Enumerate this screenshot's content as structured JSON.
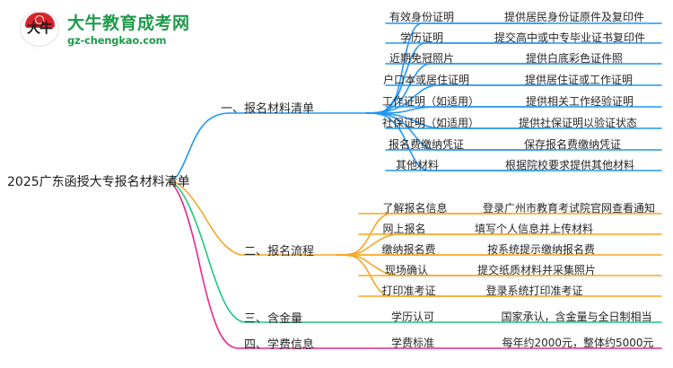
{
  "brand": {
    "logo_badge_text": "大牛",
    "title": "大牛教育成考网",
    "domain": "gz-chengkao.com",
    "brand_color": "#1f9b4a",
    "badge_color": "#d8232a"
  },
  "mindmap": {
    "root": "2025广东函授大专报名材料清单",
    "branches": [
      {
        "index": "1",
        "label": "一、报名材料清单",
        "color": "#2196f3",
        "items": [
          {
            "topic": "有效身份证明",
            "detail": "提供居民身份证原件及复印件"
          },
          {
            "topic": "学历证明",
            "detail": "提交高中或中专毕业证书复印件"
          },
          {
            "topic": "近期免冠照片",
            "detail": "提供白底彩色证件照"
          },
          {
            "topic": "户口本或居住证明",
            "detail": "提供居住证或工作证明"
          },
          {
            "topic": "工作证明（如适用）",
            "detail": "提供相关工作经验证明"
          },
          {
            "topic": "社保证明（如适用）",
            "detail": "提供社保证明以验证状态"
          },
          {
            "topic": "报名费缴纳凭证",
            "detail": "保存报名费缴纳凭证"
          },
          {
            "topic": "其他材料",
            "detail": "根据院校要求提供其他材料"
          }
        ]
      },
      {
        "index": "2",
        "label": "二、报名流程",
        "color": "#f5a623",
        "items": [
          {
            "topic": "了解报名信息",
            "detail": "登录广州市教育考试院官网查看通知"
          },
          {
            "topic": "网上报名",
            "detail": "填写个人信息并上传材料"
          },
          {
            "topic": "缴纳报名费",
            "detail": "按系统提示缴纳报名费"
          },
          {
            "topic": "现场确认",
            "detail": "提交纸质材料并采集照片"
          },
          {
            "topic": "打印准考证",
            "detail": "登录系统打印准考证"
          }
        ]
      },
      {
        "index": "3",
        "label": "三、含金量",
        "color": "#1ec97e",
        "items": [
          {
            "topic": "学历认可",
            "detail": "国家承认，含金量与全日制相当"
          }
        ]
      },
      {
        "index": "4",
        "label": "四、学费信息",
        "color": "#ec268f",
        "items": [
          {
            "topic": "学费标准",
            "detail": "每年约2000元，整体约5000元"
          }
        ]
      }
    ]
  }
}
